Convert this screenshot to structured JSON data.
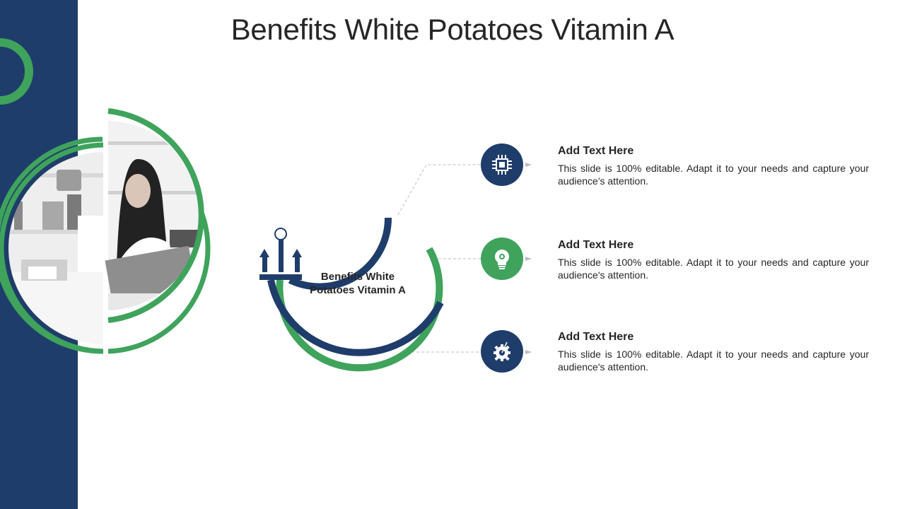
{
  "slide": {
    "title": "Benefits White Potatoes Vitamin A",
    "center_label": "Benefits White Potatoes Vitamin A",
    "items": [
      {
        "title": "Add Text Here",
        "description": "This slide is 100% editable. Adapt it to your needs and capture your audience's attention.",
        "icon": "chip-icon",
        "color": "#1f3d6b"
      },
      {
        "title": "Add Text Here",
        "description": "This slide is 100% editable. Adapt it to your needs and capture your audience's attention.",
        "icon": "lightbulb-gear-icon",
        "color": "#3fa35c"
      },
      {
        "title": "Add Text Here",
        "description": "This slide is 100% editable. Adapt it to your needs and capture your audience's attention.",
        "icon": "settings-gear-icon",
        "color": "#1f3d6b"
      }
    ]
  },
  "colors": {
    "navy": "#1f3d6b",
    "green": "#3fa35c",
    "text": "#262626"
  }
}
